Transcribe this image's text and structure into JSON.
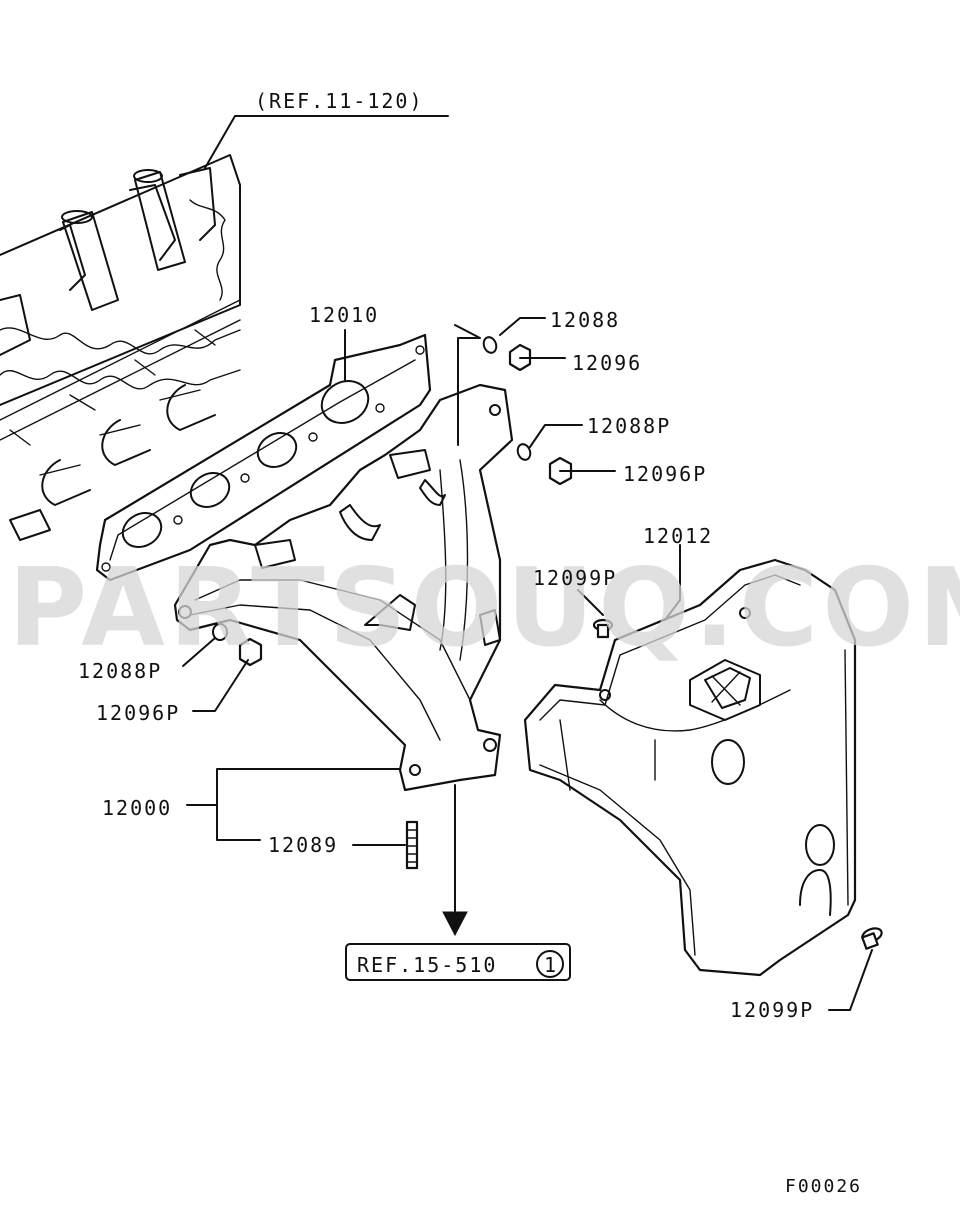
{
  "diagram": {
    "ref_head": "(REF.11-120)",
    "ref_exhaust": "REF.15-510",
    "ref_exhaust_circle": "1",
    "figure_code": "F00026",
    "watermark": "PARTSOUQ.COM"
  },
  "callouts": [
    "12010",
    "12088",
    "12096",
    "12088P",
    "12096P",
    "12012",
    "12099P",
    "12088P",
    "12096P",
    "12000",
    "12089",
    "12099P"
  ]
}
